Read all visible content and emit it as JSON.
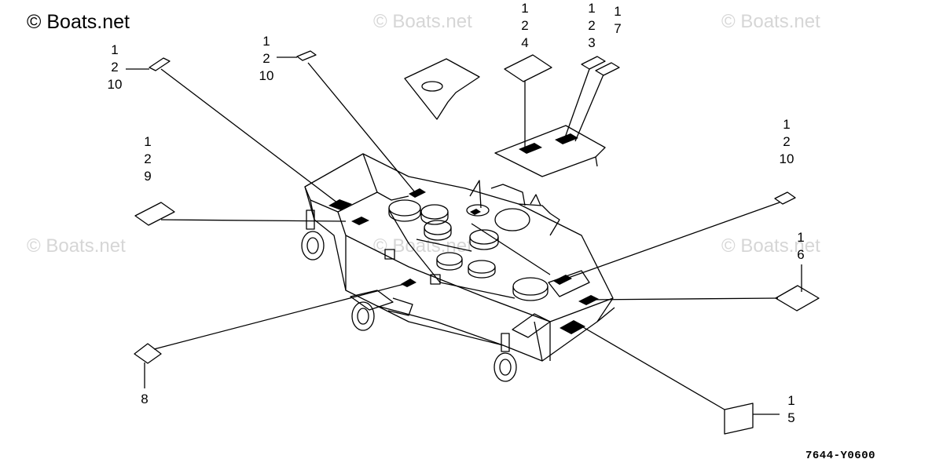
{
  "watermarks": {
    "main": "© Boats.net",
    "faded": "© Boats.net"
  },
  "callouts": [
    {
      "id": "c1",
      "lines": [
        "1",
        "2",
        "10"
      ]
    },
    {
      "id": "c2",
      "lines": [
        "1",
        "2",
        "10"
      ]
    },
    {
      "id": "c3",
      "lines": [
        "1",
        "2",
        "4"
      ]
    },
    {
      "id": "c4",
      "lines": [
        "1",
        "2",
        "3"
      ]
    },
    {
      "id": "c5",
      "lines": [
        "1",
        "7"
      ]
    },
    {
      "id": "c6",
      "lines": [
        "1",
        "2",
        "10"
      ]
    },
    {
      "id": "c7",
      "lines": [
        "1",
        "2",
        "9"
      ]
    },
    {
      "id": "c8",
      "lines": [
        "1",
        "6"
      ]
    },
    {
      "id": "c9",
      "lines": [
        "8"
      ]
    },
    {
      "id": "c10",
      "lines": [
        "1",
        "5"
      ]
    }
  ],
  "drawing_code": "7644-Y0600",
  "colors": {
    "ink": "#000000",
    "watermark": "#d6d6d6",
    "background": "#ffffff"
  }
}
